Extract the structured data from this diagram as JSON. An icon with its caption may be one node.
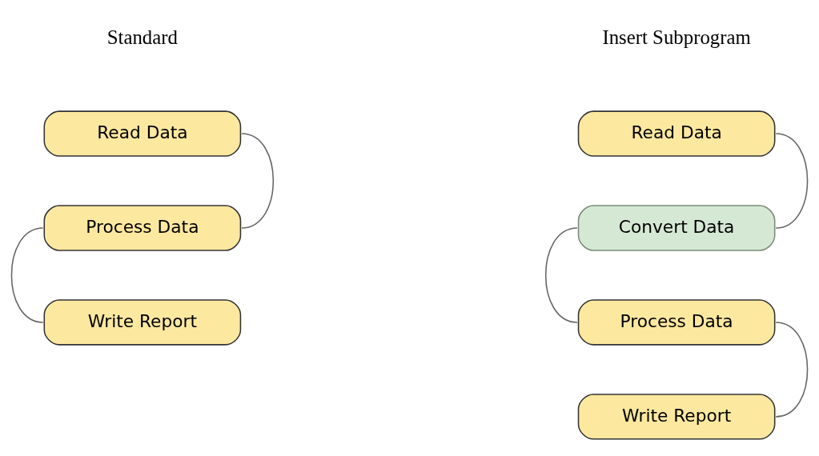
{
  "diagram": {
    "nodes": [
      {
        "text": [
          "Read Data"
        ]
      },
      {
        "text": [
          "Process Data"
        ]
      },
      {
        "text": [
          "Write Report"
        ]
      },
      {
        "text": [
          "Read Data"
        ]
      },
      {
        "text": [
          "Convert Data"
        ]
      },
      {
        "text": [
          "Process Data"
        ]
      },
      {
        "text": [
          "Write Report"
        ]
      }
    ],
    "edges": [
      {
        "from": 0,
        "to": 1,
        "arrow": "none"
      },
      {
        "from": 1,
        "to": 2,
        "arrow": "none"
      },
      {
        "from": 3,
        "to": 4,
        "arrow": "none"
      },
      {
        "from": 4,
        "to": 5,
        "arrow": "none"
      },
      {
        "from": 5,
        "to": 6,
        "arrow": "none"
      }
    ],
    "labels": [
      "Standard",
      "Insert Subprogram"
    ]
  }
}
